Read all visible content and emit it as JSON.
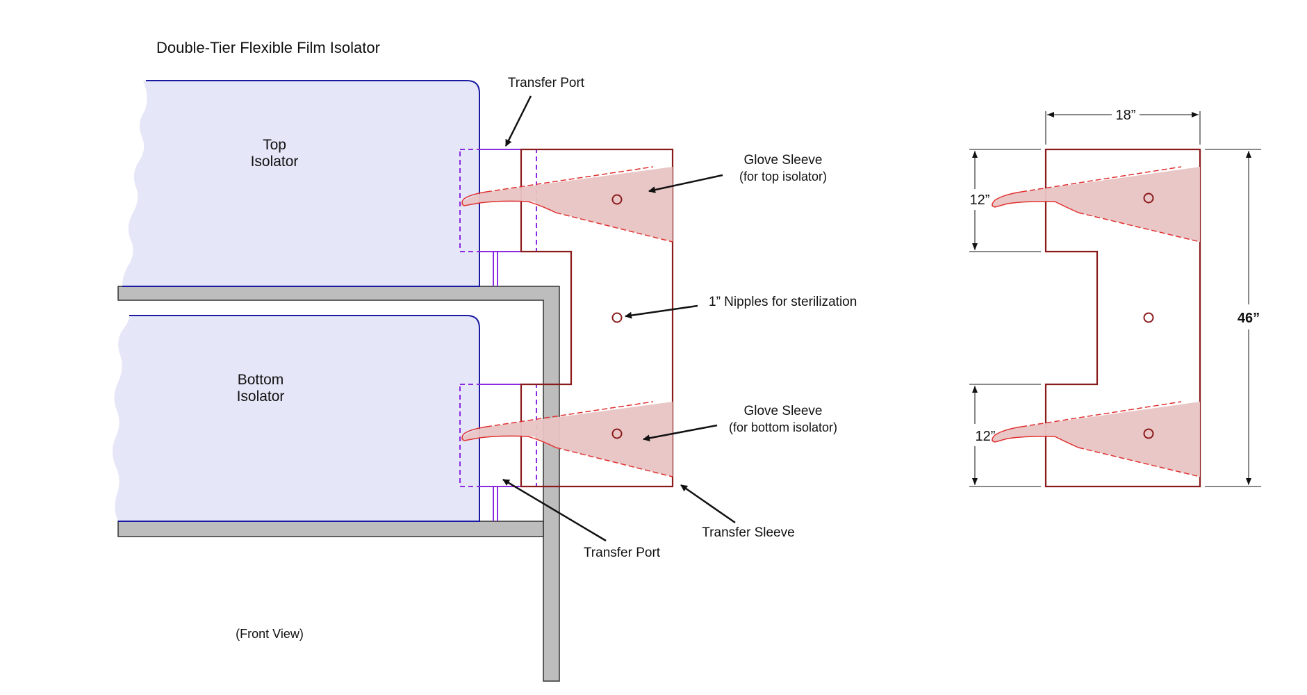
{
  "title": "Double-Tier Flexible Film Isolator",
  "isolators": {
    "top": [
      "Top",
      "Isolator"
    ],
    "bottom": [
      "Bottom",
      "Isolator"
    ]
  },
  "callouts": {
    "transfer_port_top": "Transfer Port",
    "glove_sleeve_top": [
      "Glove Sleeve",
      "(for top isolator)"
    ],
    "nipples": "1” Nipples for sterilization",
    "glove_sleeve_bottom": [
      "Glove Sleeve",
      "(for bottom isolator)"
    ],
    "transfer_sleeve": "Transfer Sleeve",
    "transfer_port_bottom": "Transfer Port"
  },
  "view_label": "(Front View)",
  "dimensions": {
    "width": "18”",
    "top_glove": "12”",
    "bottom_glove": "12”",
    "height": "46”"
  },
  "colors": {
    "isolator_fill": "#e5e6f7",
    "isolator_edge": "#1a1aa0",
    "shelf_fill": "#bdbdbd",
    "sleeve_line": "#8b1a1a",
    "glove_fill": "#e9c4c4",
    "glove_line": "#e03030",
    "port_dashed": "#8a2be2"
  }
}
